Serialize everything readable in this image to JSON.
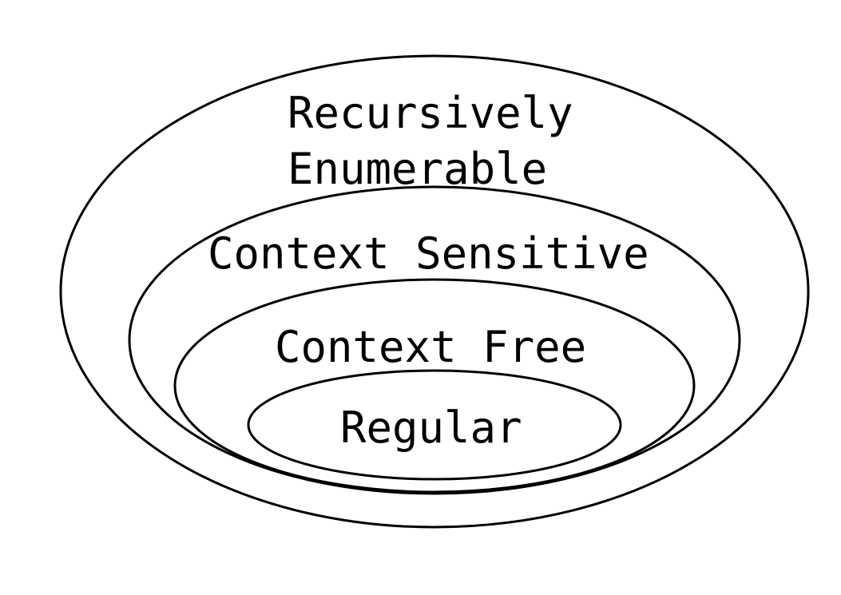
{
  "diagram": {
    "type": "nested-sets",
    "sets": [
      {
        "id": "recursively-enumerable",
        "label_lines": [
          "Recursively",
          "Enumerable"
        ]
      },
      {
        "id": "context-sensitive",
        "label_lines": [
          "Context Sensitive"
        ]
      },
      {
        "id": "context-free",
        "label_lines": [
          "Context Free"
        ]
      },
      {
        "id": "regular",
        "label_lines": [
          "Regular"
        ]
      }
    ],
    "colors": {
      "stroke": "#000000",
      "text": "#000000",
      "background": "#ffffff"
    }
  }
}
